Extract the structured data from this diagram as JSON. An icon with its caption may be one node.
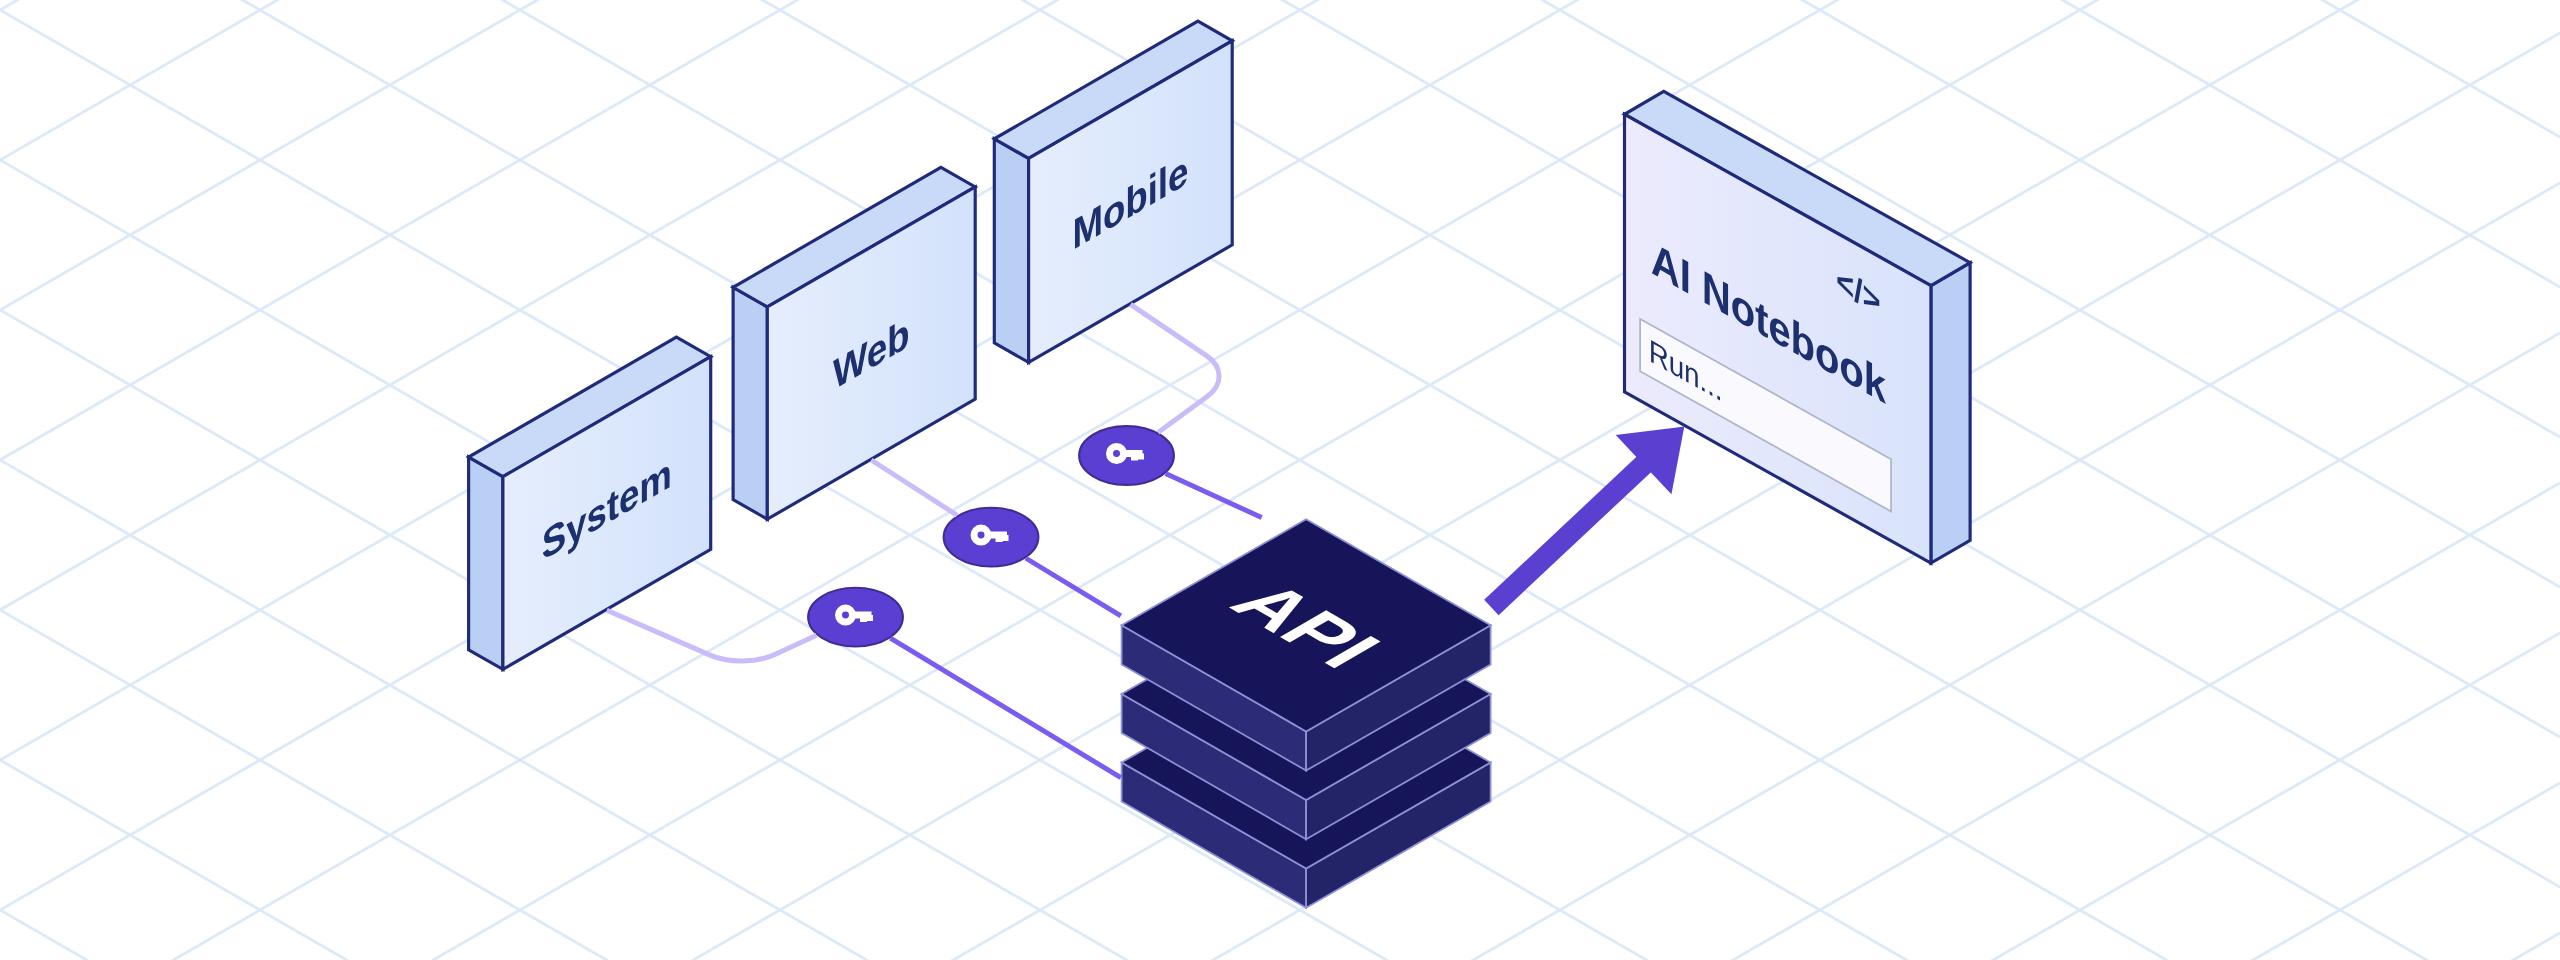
{
  "diagram": {
    "nodes": [
      {
        "text": [
          "System"
        ]
      },
      {
        "text": [
          "Web"
        ]
      },
      {
        "text": [
          "Mobile"
        ]
      },
      {
        "text": [],
        "shape": "circle"
      },
      {
        "text": [],
        "shape": "circle"
      },
      {
        "text": [],
        "shape": "circle"
      },
      {
        "text": [
          "API"
        ]
      },
      {
        "text": [
          "AI Notebook",
          "</>"
        ]
      },
      {
        "text": [
          "Run..."
        ],
        "in": 7
      }
    ],
    "edges": [
      {
        "from": 0,
        "to": 3,
        "arrow": "none",
        "color": "#c9bcf8"
      },
      {
        "from": 3,
        "to": 6,
        "arrow": "none",
        "color": "#7b5cf0"
      },
      {
        "from": 1,
        "to": 4,
        "arrow": "none",
        "color": "#c9bcf8"
      },
      {
        "from": 4,
        "to": 6,
        "arrow": "none",
        "color": "#7b5cf0"
      },
      {
        "from": 2,
        "to": 5,
        "arrow": "none",
        "color": "#c9bcf8"
      },
      {
        "from": 5,
        "to": 6,
        "arrow": "none",
        "color": "#7b5cf0"
      },
      {
        "from": 6,
        "to": 7,
        "arrow": "to",
        "style": "thick",
        "color": "#5a3fd1"
      }
    ]
  }
}
